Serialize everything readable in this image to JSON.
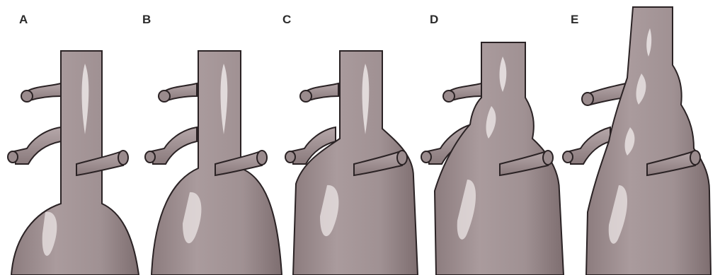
{
  "figure": {
    "panels": [
      {
        "label": "A"
      },
      {
        "label": "B"
      },
      {
        "label": "C"
      },
      {
        "label": "D"
      },
      {
        "label": "E"
      }
    ],
    "colors": {
      "vessel_fill": "#a59698",
      "vessel_shadow": "#857577",
      "vessel_highlight": "#ece6e6",
      "outline": "#2a2224"
    }
  }
}
